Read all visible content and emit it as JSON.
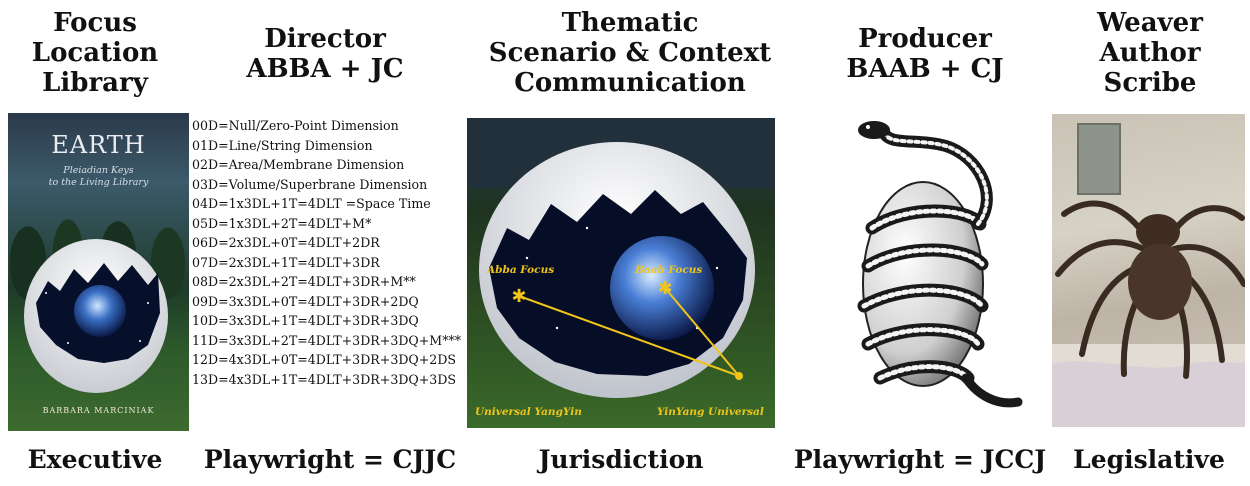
{
  "columns": [
    {
      "heading": [
        "Focus",
        "Location",
        "Library"
      ],
      "footer": "Executive"
    },
    {
      "heading": [
        "Director",
        "ABBA + JC"
      ],
      "footer": "Playwright = CJJC"
    },
    {
      "heading": [
        "Thematic",
        "Scenario & Context",
        "Communication"
      ],
      "footer": "Jurisdiction"
    },
    {
      "heading": [
        "Producer",
        "BAAB + CJ"
      ],
      "footer": "Playwright = JCCJ"
    },
    {
      "heading": [
        "Weaver",
        "Author",
        "Scribe"
      ],
      "footer": "Legislative"
    }
  ],
  "book": {
    "title": "EARTH",
    "subtitle": [
      "Pleiadian Keys",
      "to the Living Library"
    ],
    "author": "BARBARA MARCINIAK"
  },
  "dimensions": [
    "00D=Null/Zero-Point Dimension",
    "01D=Line/String Dimension",
    "02D=Area/Membrane Dimension",
    "03D=Volume/Superbrane Dimension",
    "04D=1x3DL+1T=4DLT =Space Time",
    "05D=1x3DL+2T=4DLT+M*",
    "06D=2x3DL+0T=4DLT+2DR",
    "07D=2x3DL+1T=4DLT+3DR",
    "08D=2x3DL+2T=4DLT+3DR+M**",
    "09D=3x3DL+0T=4DLT+3DR+2DQ",
    "10D=3x3DL+1T=4DLT+3DR+3DQ",
    "11D=3x3DL+2T=4DLT+3DR+3DQ+M***",
    "12D=4x3DL+0T=4DLT+3DR+3DQ+2DS",
    "13D=4x3DL+1T=4DLT+3DR+3DQ+3DS"
  ],
  "scene": {
    "labels": {
      "abba_focus": "Abba Focus",
      "baab_focus": "Baab Focus",
      "universal_yangyin": "Universal YangYin",
      "yinyang_universal": "YinYang Universal"
    },
    "label_color": "#f0c419"
  }
}
